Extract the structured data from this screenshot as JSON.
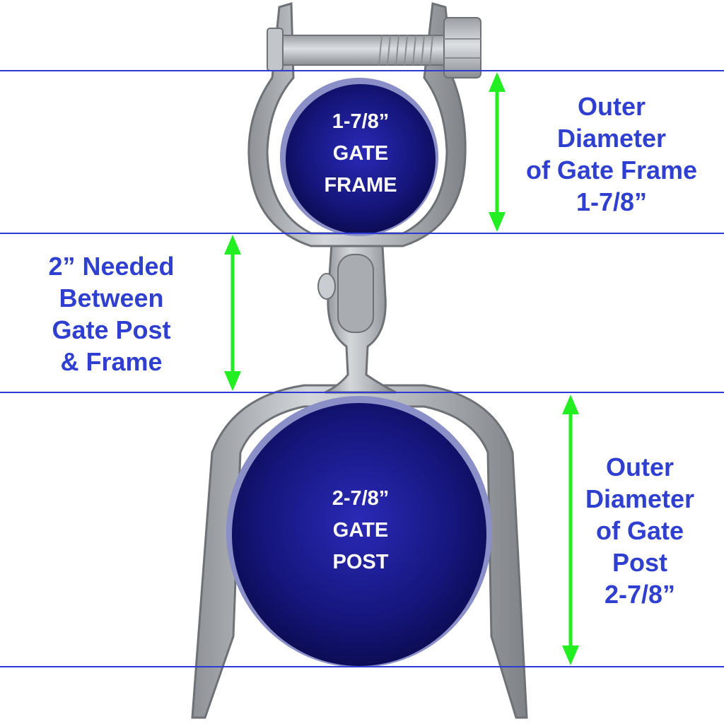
{
  "colors": {
    "guide_line": "#2c3ad6",
    "arrow": "#22ee22",
    "label_text": "#2f3fd0",
    "pipe_fill": "#1a1a8c",
    "metal": "#b8bcc0"
  },
  "labels": {
    "frame_od": [
      "Outer",
      "Diameter",
      "of Gate Frame",
      "1-7/8”"
    ],
    "gap": [
      "2” Needed",
      "Between",
      "Gate Post",
      "& Frame"
    ],
    "post_od": [
      "Outer",
      "Diameter",
      "of Gate",
      "Post",
      "2-7/8”"
    ]
  },
  "pipes": {
    "frame": [
      "1-7/8”",
      "GATE",
      "FRAME"
    ],
    "post": [
      "2-7/8”",
      "GATE",
      "POST"
    ]
  }
}
